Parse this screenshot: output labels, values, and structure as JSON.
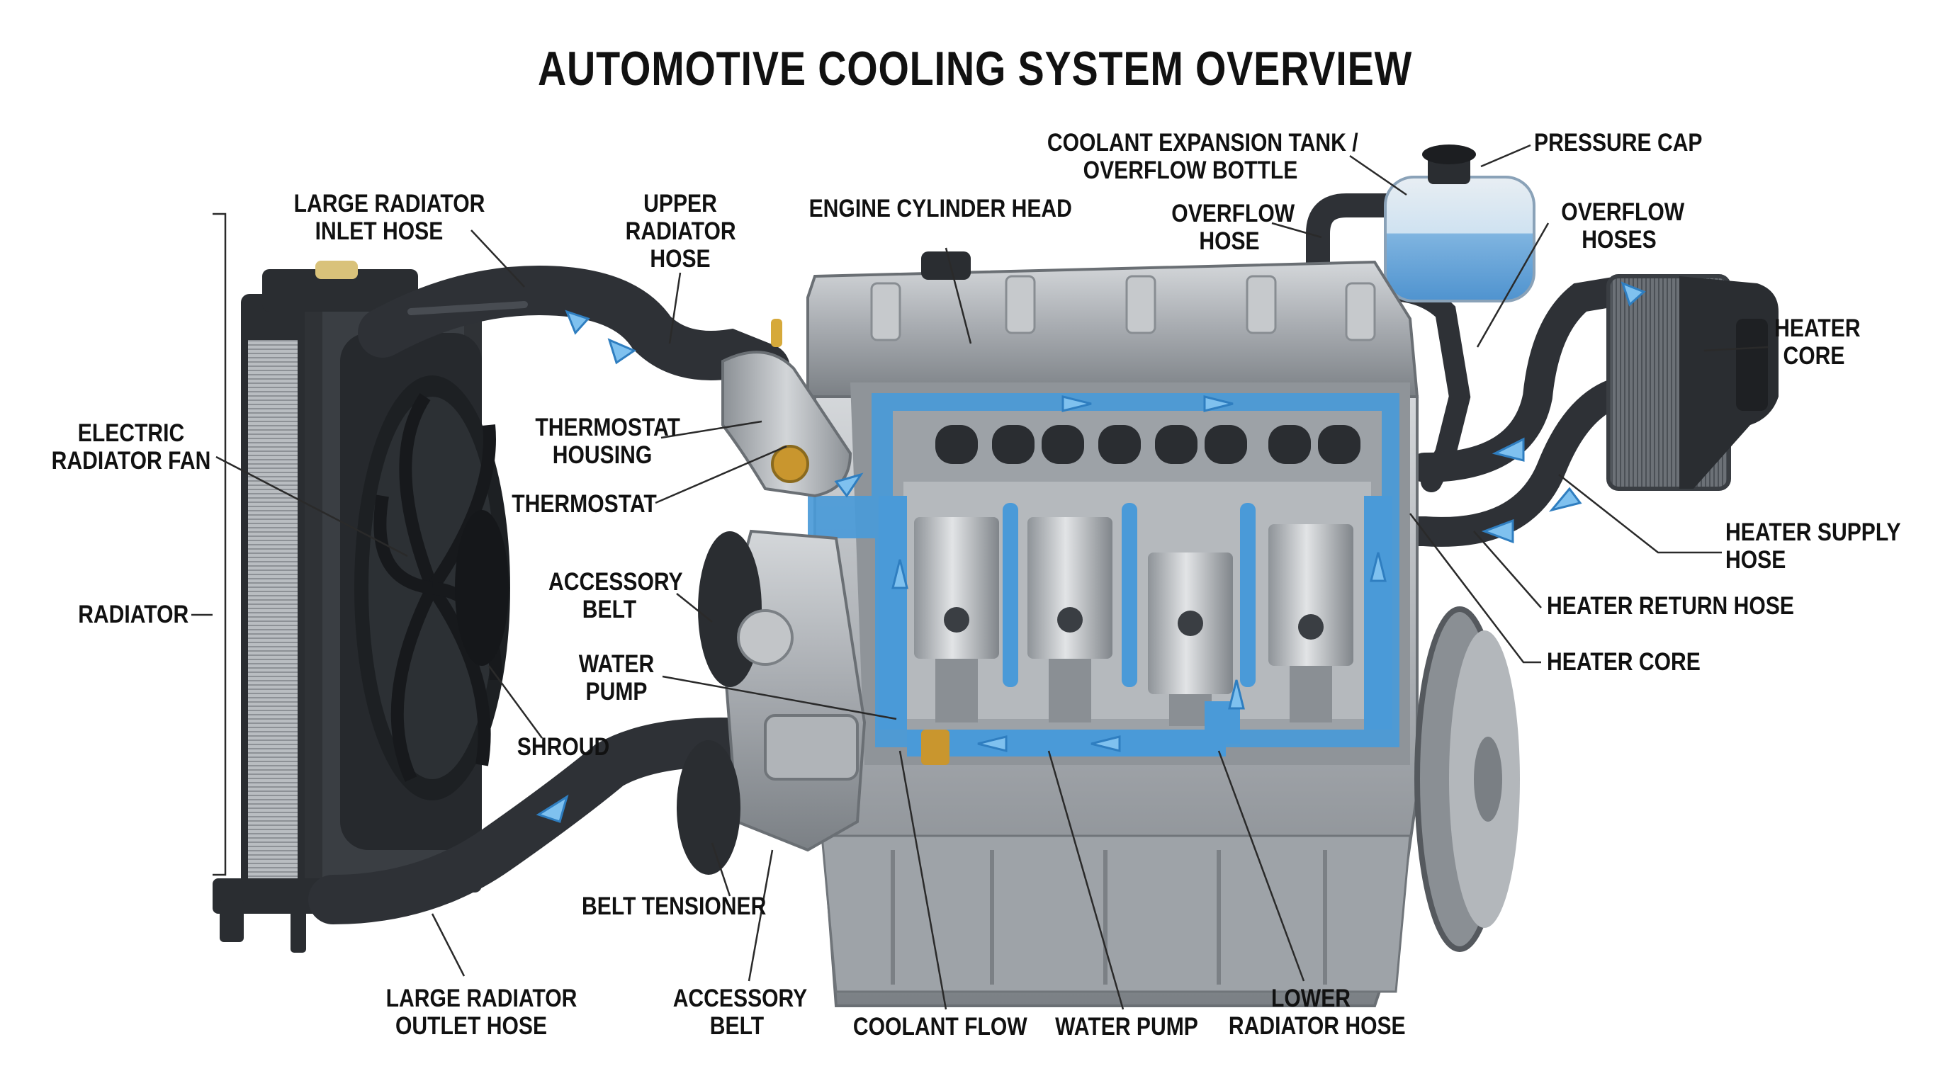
{
  "title": "AUTOMOTIVE COOLING SYSTEM OVERVIEW",
  "labels": {
    "large_radiator_inlet_hose": [
      "LARGE RADIATOR",
      "INLET HOSE"
    ],
    "upper_radiator_hose": [
      "UPPER",
      "RADIATOR",
      "HOSE"
    ],
    "engine_cylinder_head": [
      "ENGINE CYLINDER HEAD"
    ],
    "coolant_expansion_tank": [
      "COOLANT EXPANSION TANK /",
      "OVERFLOW BOTTLE"
    ],
    "pressure_cap": [
      "PRESSURE CAP"
    ],
    "overflow_hose": [
      "OVERFLOW",
      "HOSE"
    ],
    "overflow_hoses": [
      "OVERFLOW",
      "HOSES"
    ],
    "heater_core_top": [
      "HEATER",
      "CORE"
    ],
    "electric_radiator_fan": [
      "ELECTRIC",
      "RADIATOR FAN"
    ],
    "thermostat_housing": [
      "THERMOSTAT",
      "HOUSING"
    ],
    "thermostat": [
      "THERMOSTAT"
    ],
    "radiator": [
      "RADIATOR"
    ],
    "accessory_belt_upper": [
      "ACCESSORY",
      "BELT"
    ],
    "water_pump_upper": [
      "WATER",
      "PUMP"
    ],
    "shroud": [
      "SHROUD"
    ],
    "heater_supply_hose": [
      "HEATER SUPPLY",
      "HOSE"
    ],
    "heater_return_hose": [
      "HEATER RETURN HOSE"
    ],
    "heater_core_lower": [
      "HEATER CORE"
    ],
    "belt_tensioner": [
      "BELT TENSIONER"
    ],
    "large_radiator_outlet_hose": [
      "LARGE RADIATOR",
      "OUTLET HOSE"
    ],
    "accessory_belt_lower": [
      "ACCESSORY",
      "BELT"
    ],
    "coolant_flow": [
      "COOLANT FLOW"
    ],
    "water_pump_lower": [
      "WATER PUMP"
    ],
    "lower_radiator_hose": [
      "LOWER",
      "RADIATOR HOSE"
    ]
  },
  "colors": {
    "coolant": "#3d8fd6",
    "coolant_light": "#8ec6f0",
    "hose": "#2e3136",
    "metal": "#a9adb2",
    "metal_dark": "#6f7479",
    "brass": "#c9962e",
    "text": "#111111"
  }
}
